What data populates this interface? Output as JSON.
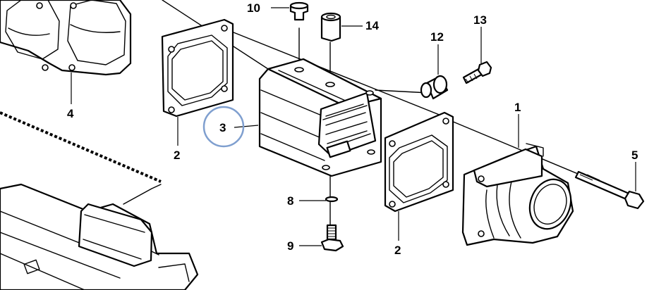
{
  "diagram": {
    "callouts": [
      {
        "id": "1",
        "label": "1"
      },
      {
        "id": "2a",
        "label": "2"
      },
      {
        "id": "2b",
        "label": "2"
      },
      {
        "id": "3",
        "label": "3"
      },
      {
        "id": "4",
        "label": "4"
      },
      {
        "id": "5",
        "label": "5"
      },
      {
        "id": "8",
        "label": "8"
      },
      {
        "id": "9",
        "label": "9"
      },
      {
        "id": "10",
        "label": "10"
      },
      {
        "id": "12",
        "label": "12"
      },
      {
        "id": "13",
        "label": "13"
      },
      {
        "id": "14",
        "label": "14"
      }
    ],
    "highlight": {
      "target": "3",
      "color": "#7f9fcf"
    }
  }
}
